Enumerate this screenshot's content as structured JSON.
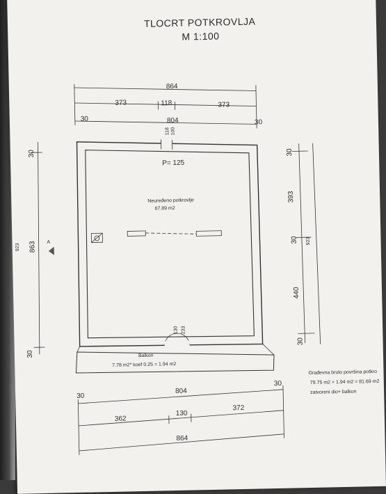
{
  "title": "TLOCRT POTKROVLJA",
  "scale": "M 1:100",
  "dims": {
    "top_total": "864",
    "top_left": "373",
    "top_mid": "118",
    "top_right": "373",
    "top_inner": "804",
    "top_wall_l": "30",
    "top_wall_r": "30",
    "door_top_a": "118",
    "door_top_b": "100",
    "left_wall_top": "30",
    "left_total": "863",
    "left_total_outer": "923",
    "left_wall_bot": "30",
    "right_wall_top": "30",
    "right_upper": "393",
    "right_mid_wall": "30",
    "right_total": "923",
    "right_lower": "440",
    "right_wall_bot": "30",
    "door_bot_a": "130",
    "door_bot_b": "233",
    "bot_wall_l": "30",
    "bot_inner": "804",
    "bot_wall_r": "30",
    "bot_left": "362",
    "bot_mid": "130",
    "bot_right": "372",
    "bot_total": "864"
  },
  "room": {
    "p_label": "P= 125",
    "name": "Neuređeno potkrovlje",
    "area": "67.89 m2"
  },
  "balcony": {
    "name": "Balkon",
    "calc": "7.78 m2* koef 0.25 = 1.94 m2"
  },
  "section_marker": "A",
  "notes": {
    "line1": "Građevna bruto površina potkro",
    "line2": "79.75 m2 + 1.94 m2 = 81.69 m2",
    "line3": "zatvoreni dio+ balkon"
  }
}
